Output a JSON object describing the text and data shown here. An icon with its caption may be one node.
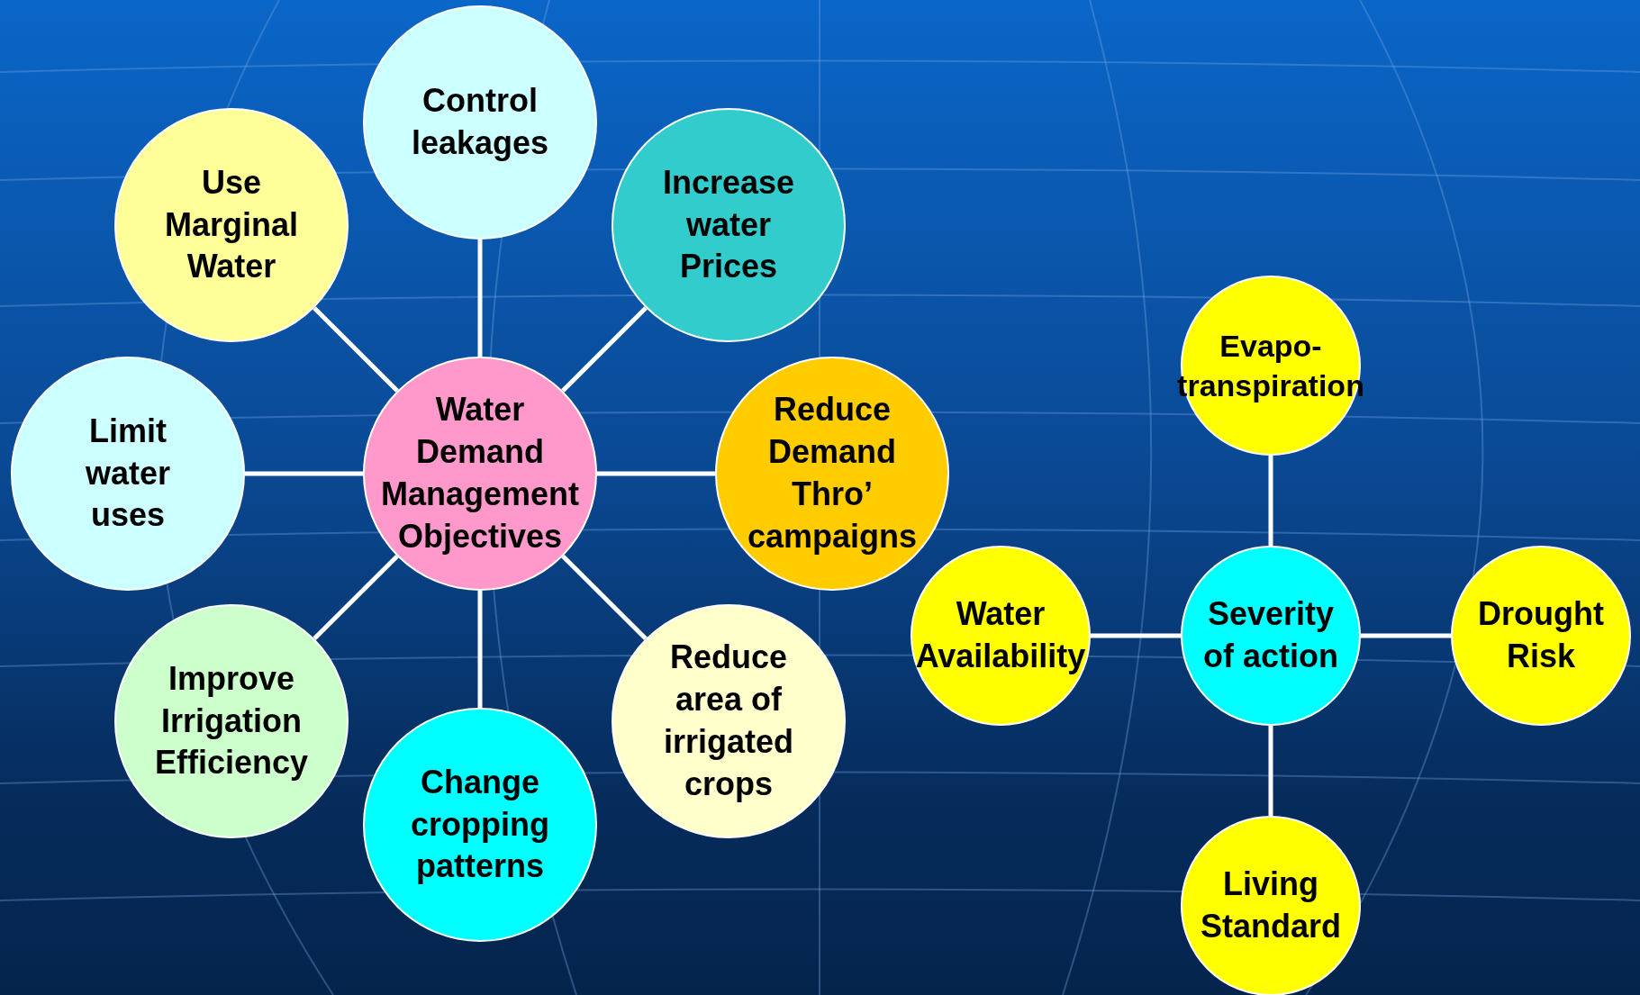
{
  "diagram": {
    "nodes": [
      {
        "text": [
          "Water Demand Management Objectives"
        ]
      },
      {
        "text": [
          "Control leakages"
        ]
      },
      {
        "text": [
          "Use Marginal Water"
        ]
      },
      {
        "text": [
          "Increase water Prices"
        ]
      },
      {
        "text": [
          "Limit water uses"
        ]
      },
      {
        "text": [
          "Reduce Demand Thro’ campaigns"
        ]
      },
      {
        "text": [
          "Improve Irrigation Efficiency"
        ]
      },
      {
        "text": [
          "Change cropping patterns"
        ]
      },
      {
        "text": [
          "Reduce area of irrigated crops"
        ]
      },
      {
        "text": [
          "Evapo-transpiration"
        ]
      },
      {
        "text": [
          "Water Availability"
        ]
      },
      {
        "text": [
          "Severity of action"
        ]
      },
      {
        "text": [
          "Drought Risk"
        ]
      },
      {
        "text": [
          "Living Standard"
        ]
      }
    ],
    "edges": [
      {
        "from": 0,
        "to": 1,
        "arrow": "none"
      },
      {
        "from": 0,
        "to": 2,
        "arrow": "none"
      },
      {
        "from": 0,
        "to": 3,
        "arrow": "none"
      },
      {
        "from": 0,
        "to": 4,
        "arrow": "none"
      },
      {
        "from": 0,
        "to": 5,
        "arrow": "none"
      },
      {
        "from": 0,
        "to": 6,
        "arrow": "none"
      },
      {
        "from": 0,
        "to": 7,
        "arrow": "none"
      },
      {
        "from": 0,
        "to": 8,
        "arrow": "none"
      },
      {
        "from": 11,
        "to": 9,
        "arrow": "none"
      },
      {
        "from": 11,
        "to": 10,
        "arrow": "none"
      },
      {
        "from": 11,
        "to": 12,
        "arrow": "none"
      },
      {
        "from": 11,
        "to": 13,
        "arrow": "none"
      }
    ]
  }
}
